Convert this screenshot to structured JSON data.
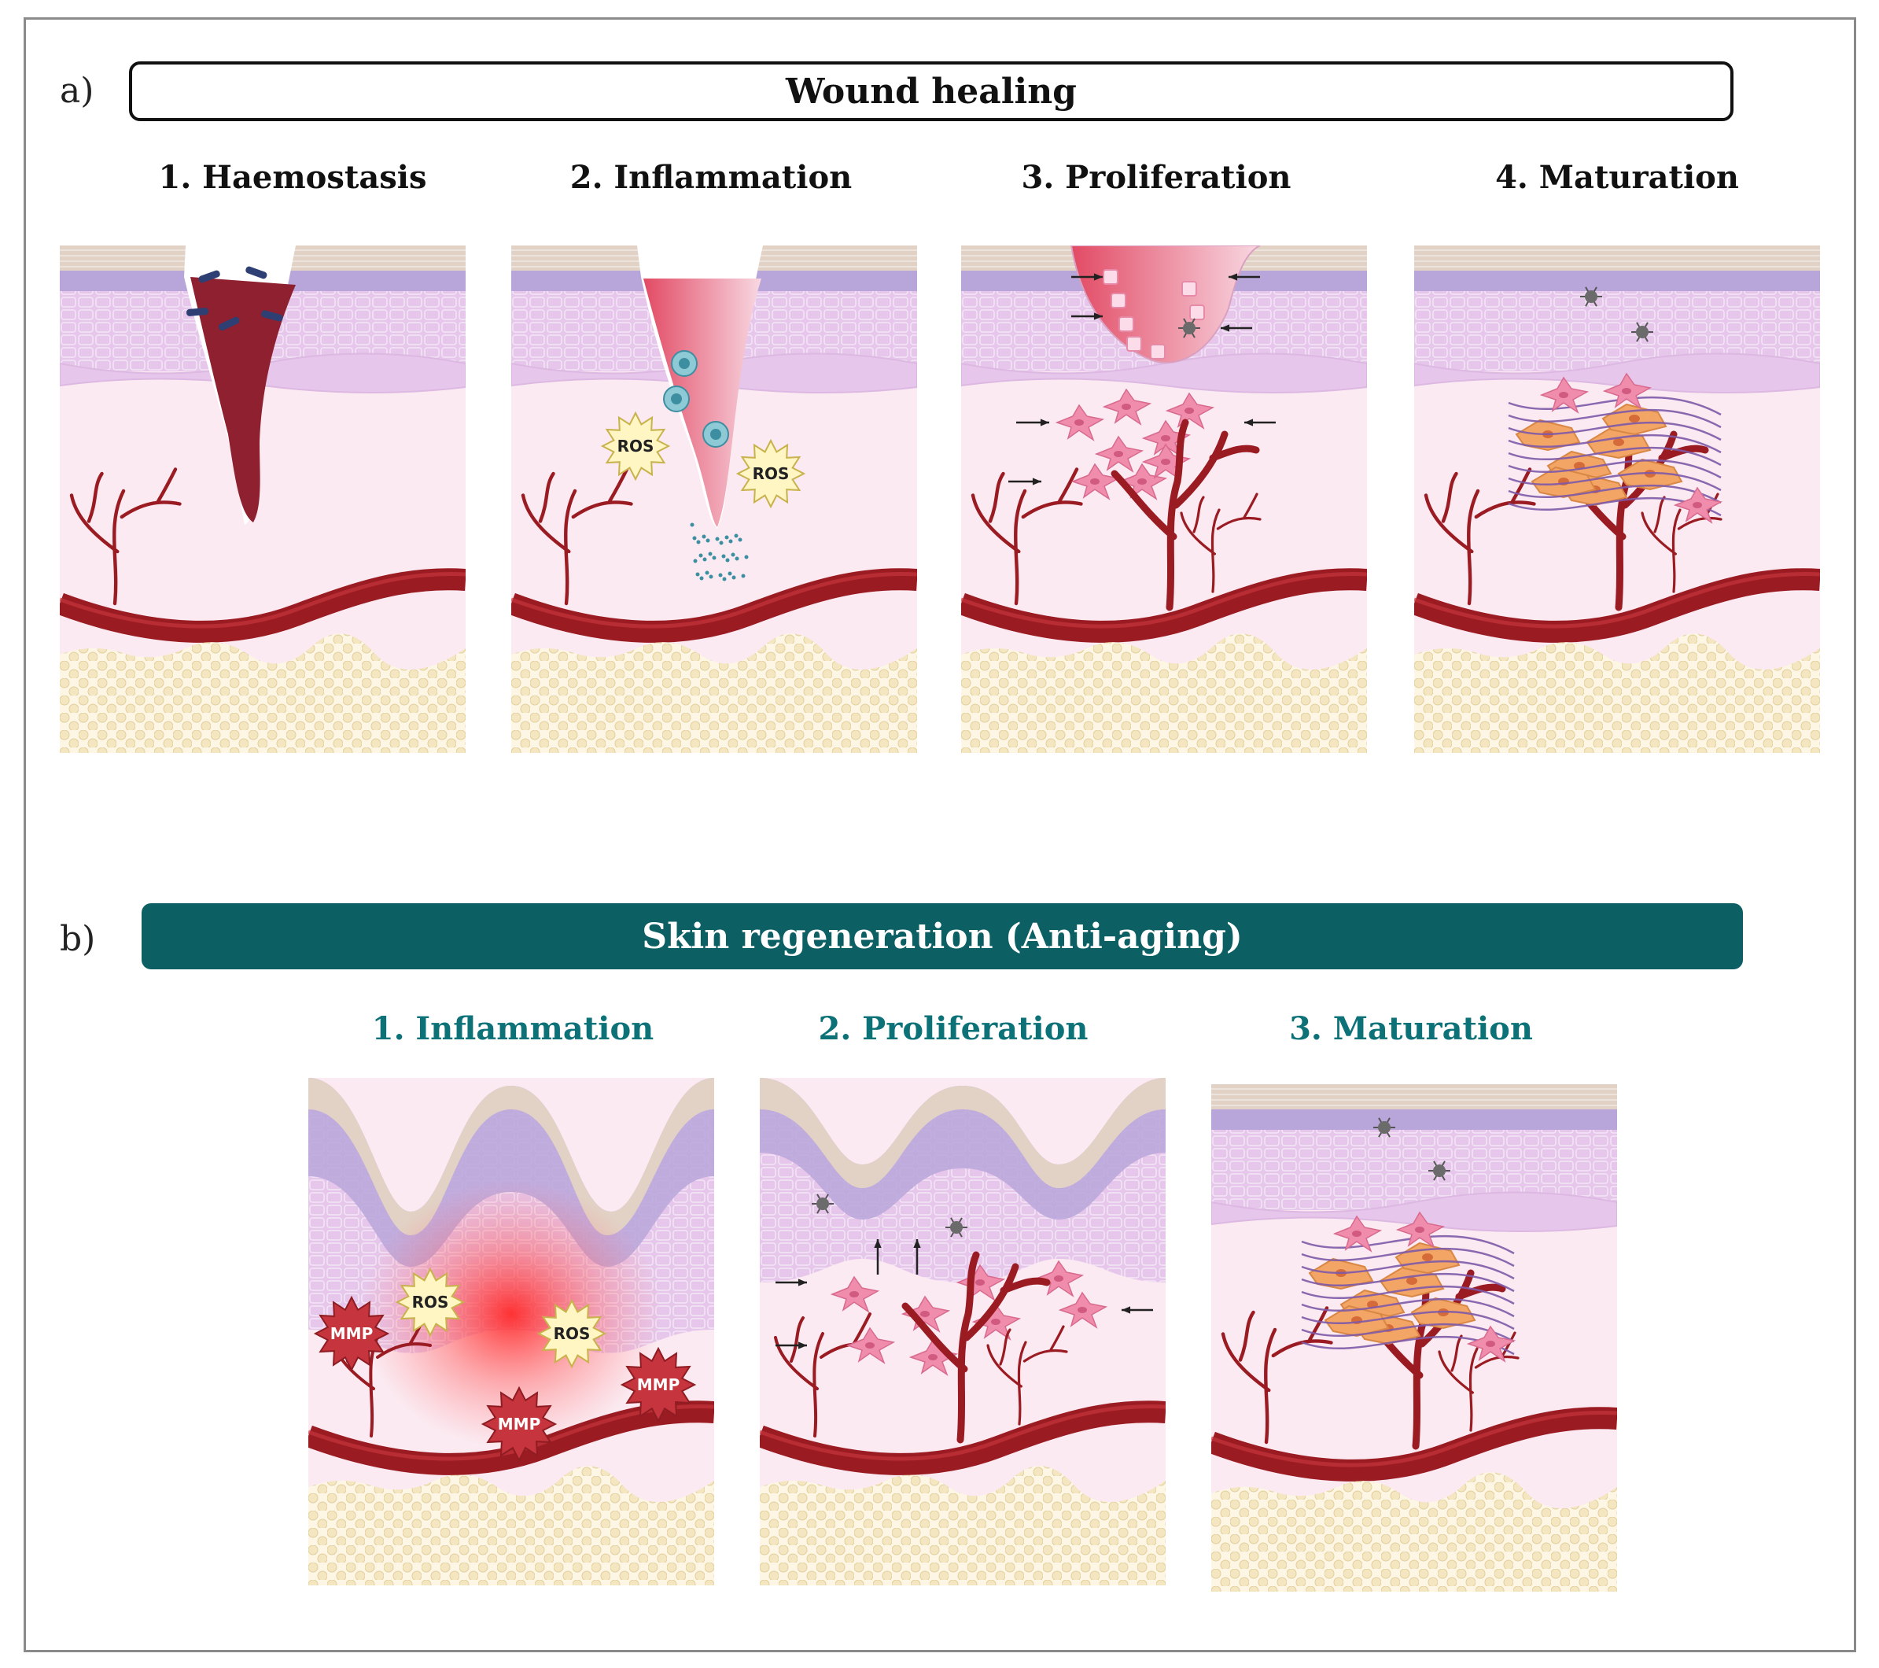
{
  "section_a": {
    "letter": "a)",
    "banner": "Wound healing",
    "stages": [
      {
        "title": "1.  Haemostasis"
      },
      {
        "title": "2. Inflammation"
      },
      {
        "title": "3. Proliferation"
      },
      {
        "title": "4. Maturation"
      }
    ]
  },
  "section_b": {
    "letter": "b)",
    "banner": "Skin regeneration (Anti-aging)",
    "stages": [
      {
        "title": "1.  Inflammation"
      },
      {
        "title": "2. Proliferation"
      },
      {
        "title": "3. Maturation"
      }
    ]
  },
  "labels": {
    "ros": "ROS",
    "mmp": "MMP"
  },
  "colors": {
    "teal_banner": "#0c5f63",
    "teal_text": "#0d7278",
    "dermis": "#fbeaf1",
    "epidermis": "#e6c6ea",
    "basal": "#b8a6da",
    "stratum": "#e2d2c6",
    "vessel": "#9b1b22",
    "fat": "#f3e6c0"
  }
}
